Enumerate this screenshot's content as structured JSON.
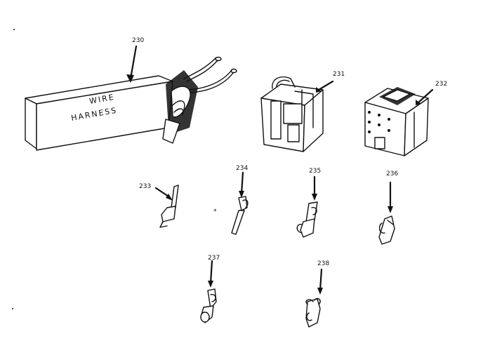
{
  "parts": [
    {
      "ref": "230",
      "name": "wire-harness"
    },
    {
      "ref": "231",
      "name": "connector-housing-a"
    },
    {
      "ref": "232",
      "name": "connector-housing-b"
    },
    {
      "ref": "233",
      "name": "terminal"
    },
    {
      "ref": "234",
      "name": "terminal"
    },
    {
      "ref": "235",
      "name": "terminal"
    },
    {
      "ref": "236",
      "name": "terminal"
    },
    {
      "ref": "237",
      "name": "terminal"
    },
    {
      "ref": "238",
      "name": "terminal"
    }
  ],
  "harness_label": {
    "line1": "WIRE",
    "line2": "HARNESS"
  },
  "asterisk": "*"
}
